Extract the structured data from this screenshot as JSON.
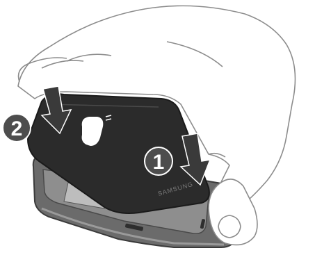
{
  "illustration": {
    "brand_label": "SAMSUNG",
    "steps": [
      {
        "number": "1",
        "action": "press-down"
      },
      {
        "number": "2",
        "action": "press-down"
      }
    ],
    "icons": [
      "press-arrow-icon",
      "step-badge-icon",
      "hand-icon",
      "phone-icon",
      "back-cover-icon"
    ],
    "colors": {
      "cover": "#2b2b2b",
      "cover_edge": "#1a1a1a",
      "frame": "#5a5a5a",
      "badge": "#4d4d4d",
      "arrow": "#3a3a3a",
      "hand_outline": "#8c8c8c",
      "hand_fill": "#ffffff"
    }
  }
}
